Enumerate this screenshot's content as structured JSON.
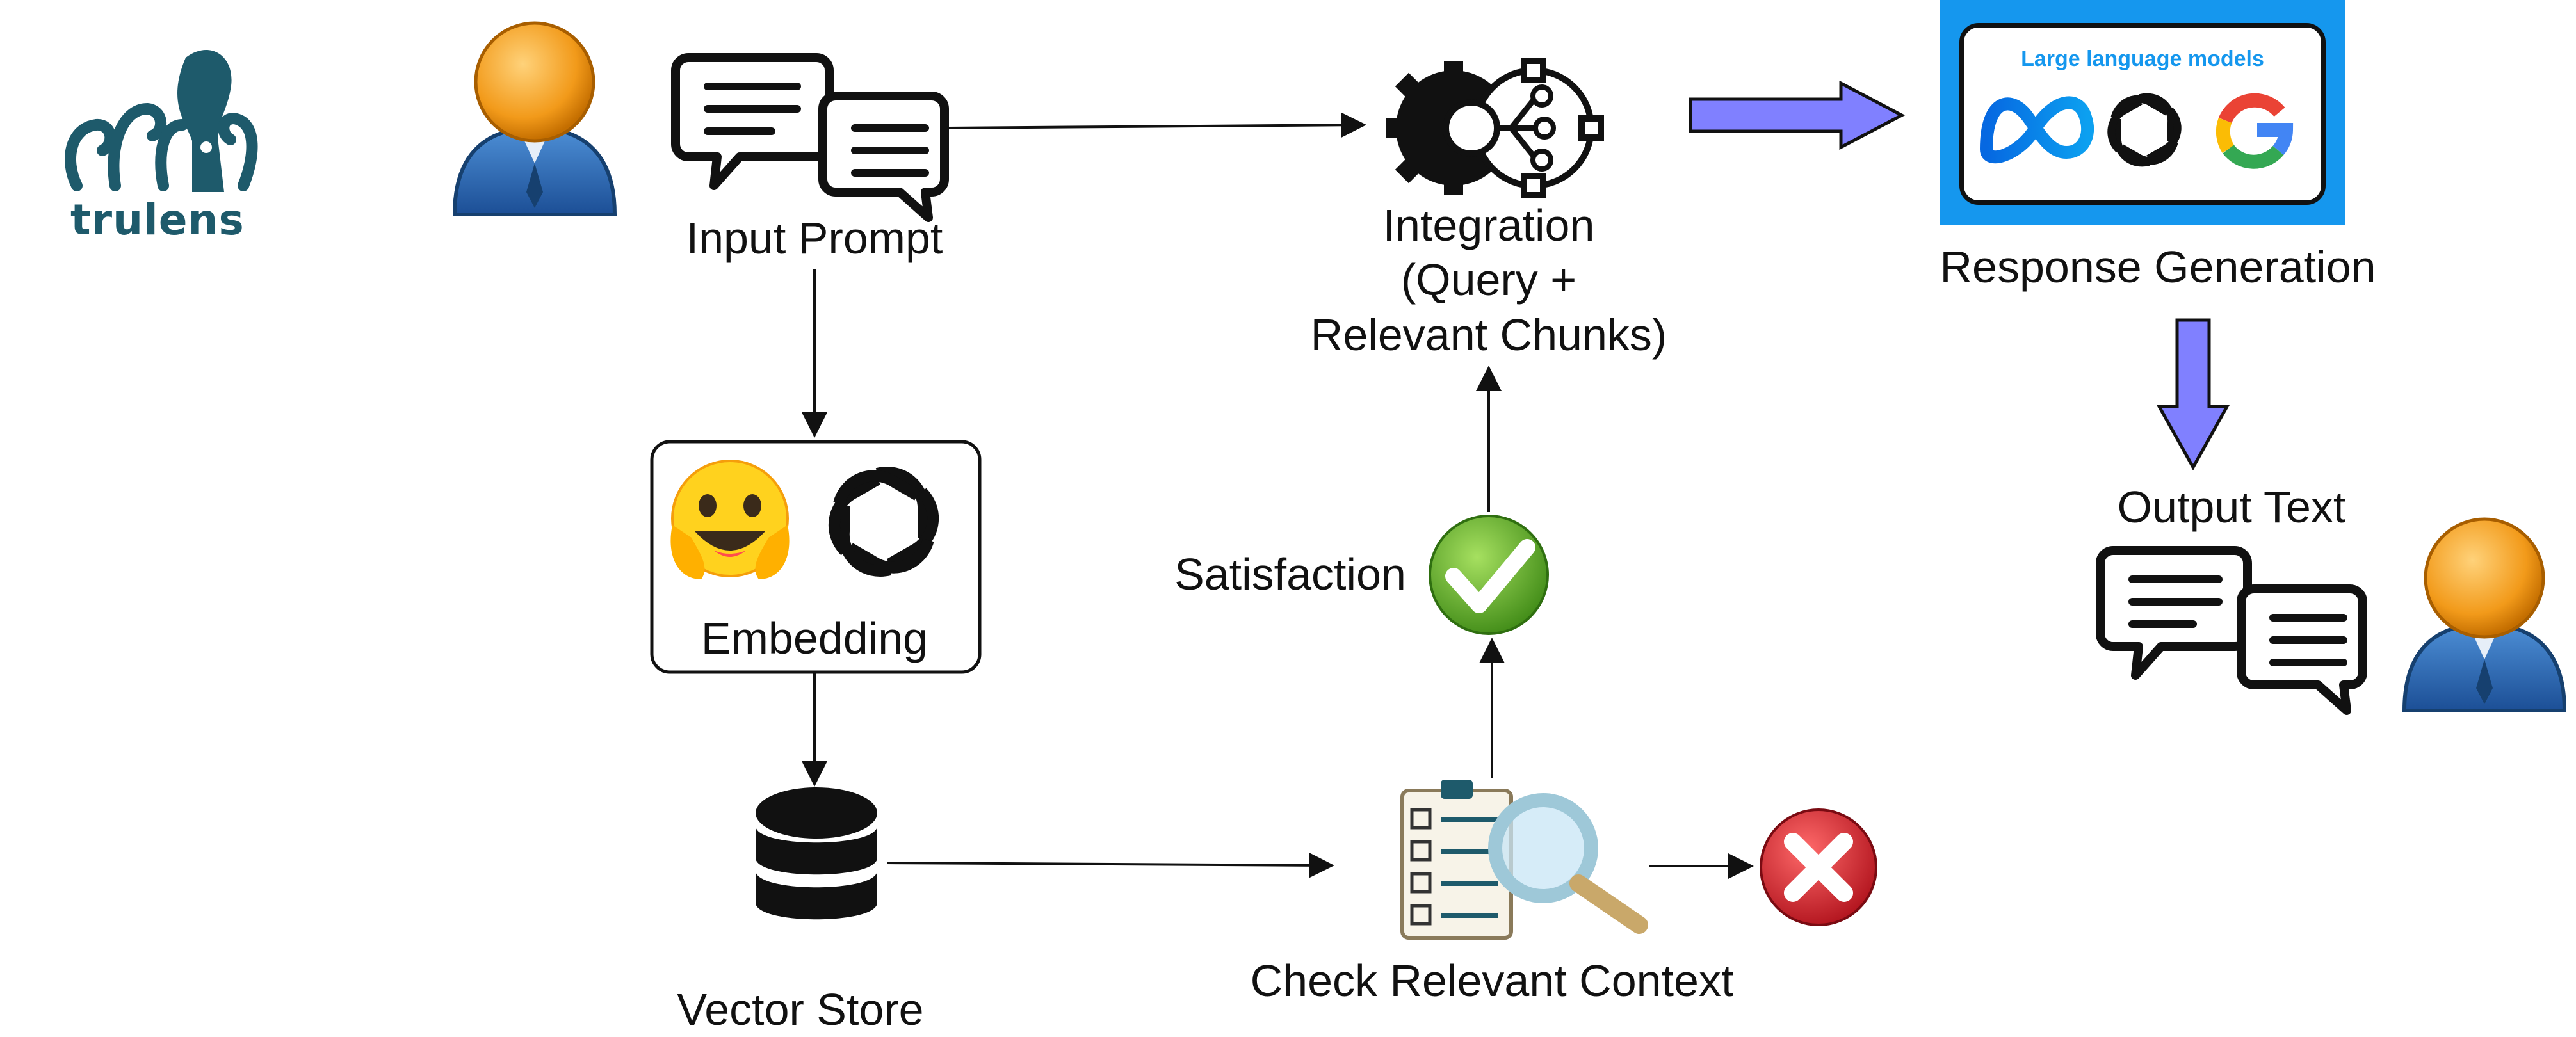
{
  "brand": {
    "name": "trulens",
    "logo_icon": "squid-logo",
    "color": "#1e5a6b"
  },
  "nodes": {
    "input_prompt": {
      "label": "Input Prompt",
      "icon": "chat-bubbles-icon"
    },
    "embedding": {
      "label": "Embedding",
      "icons": [
        "hugging-face-icon",
        "openai-icon"
      ]
    },
    "vector_store": {
      "label": "Vector Store",
      "icon": "database-icon"
    },
    "check_context": {
      "label": "Check Relevant Context",
      "icon": "checklist-magnifier-icon"
    },
    "satisfaction": {
      "label": "Satisfaction",
      "icon": "green-check-icon"
    },
    "integration": {
      "lines": [
        "Integration",
        "(Query +",
        "Relevant Chunks)"
      ],
      "icon": "gears-icon"
    },
    "response_generation": {
      "label": "Response Generation",
      "panel_title": "Large language models",
      "icons": [
        "meta-icon",
        "openai-icon",
        "google-icon"
      ]
    },
    "output_text": {
      "label": "Output Text",
      "icon": "chat-bubbles-icon"
    }
  },
  "colors": {
    "panel": "#1597ee",
    "arrow_fill": "#8080ff",
    "check": "#4a9e1f",
    "cross": "#d11f2a",
    "user": "#f29a1a"
  }
}
